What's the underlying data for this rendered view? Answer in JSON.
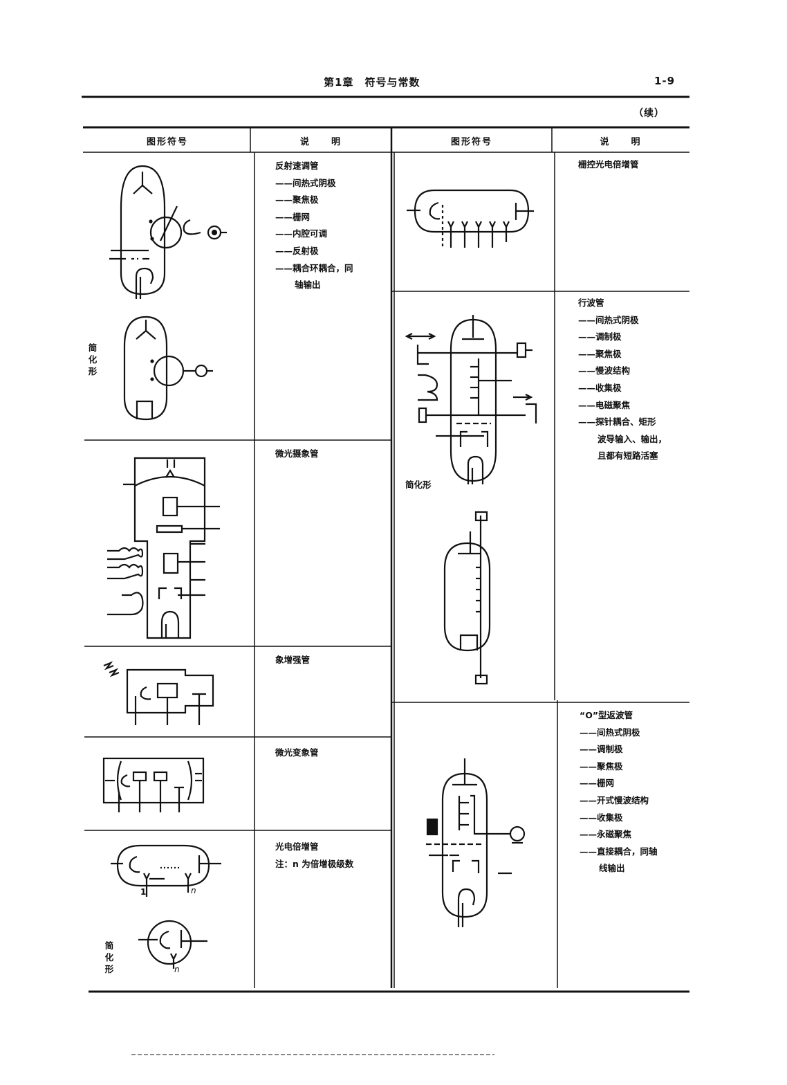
{
  "header": {
    "chapter": "第1章",
    "title": "符号与常数",
    "page_number": "1-9",
    "continued": "（续）"
  },
  "columns": {
    "left_symbol": "图形符号",
    "left_desc": "说　　明",
    "right_symbol": "图形符号",
    "right_desc": "说　　明"
  },
  "simplified_label": "简化形",
  "left_rows": [
    {
      "title": "反射速调管",
      "items": [
        "——间热式阴极",
        "——聚焦极",
        "——栅网",
        "——内腔可调",
        "——反射极",
        "——耦合环耦合，同"
      ],
      "continuation": "轴输出"
    },
    {
      "title": "微光摄象管"
    },
    {
      "title": "象增强管"
    },
    {
      "title": "微光变象管"
    },
    {
      "title": "光电倍增管",
      "note": "注：n 为倍增极级数",
      "label_1": "1",
      "label_n": "n",
      "label_n2": "n"
    }
  ],
  "right_rows": [
    {
      "title": "栅控光电倍增管"
    },
    {
      "title": "行波管",
      "items": [
        "——间热式阴极",
        "——调制极",
        "——聚焦极",
        "——慢波结构",
        "——收集极",
        "——电磁聚焦",
        "——探针耦合、矩形"
      ],
      "continuation": [
        "波导输入、输出，",
        "且都有短路活塞"
      ]
    },
    {
      "title": "“O”型返波管",
      "items": [
        "——间热式阴极",
        "——调制极",
        "——聚焦极",
        "——栅网",
        "——开式慢波结构",
        "——收集极",
        "——永磁聚焦",
        "——直接耦合，同轴"
      ],
      "continuation": "线输出"
    }
  ]
}
